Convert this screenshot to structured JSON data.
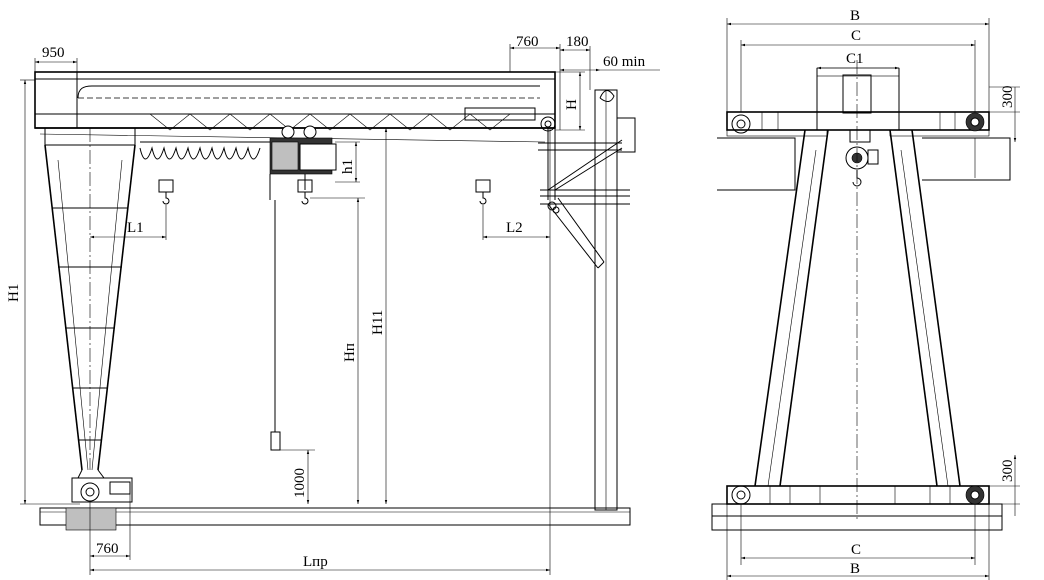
{
  "labels": {
    "d950": "950",
    "d760_top": "760",
    "d180": "180",
    "d60min": "60 min",
    "H": "H",
    "h1": "h1",
    "H1": "H1",
    "L1": "L1",
    "L2": "L2",
    "Hn": "Hп",
    "H11": "H11",
    "d1000": "1000",
    "d760_bottom": "760",
    "Lpr": "Lпр",
    "B_top": "B",
    "C_top": "C",
    "C1": "C1",
    "d300_top": "300",
    "d300_bottom": "300",
    "C_bottom": "C",
    "B_bottom": "B"
  }
}
